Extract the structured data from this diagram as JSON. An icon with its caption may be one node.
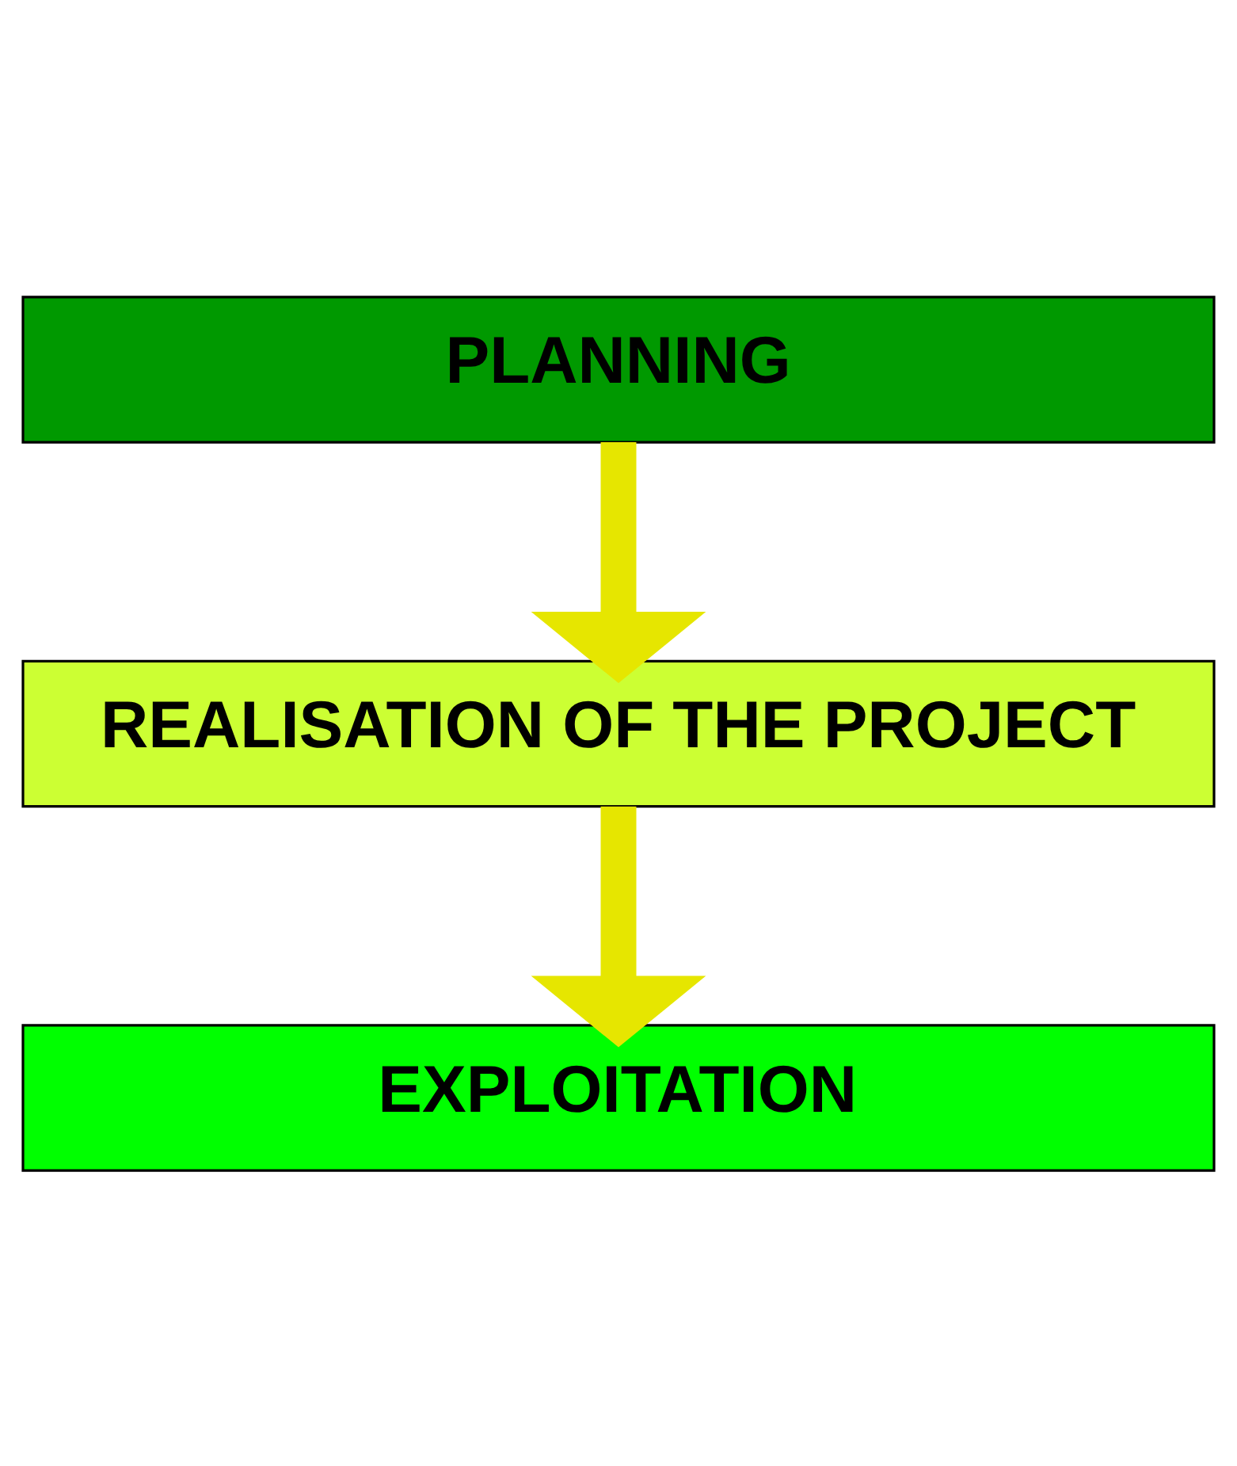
{
  "diagram": {
    "nodes": [
      {
        "text": [
          "PLANNING"
        ]
      },
      {
        "text": [
          "REALISATION OF THE PROJECT"
        ]
      },
      {
        "text": [
          "EXPLOITATION"
        ]
      }
    ],
    "edges": [
      {
        "from": 0,
        "to": 1,
        "arrow": "to"
      },
      {
        "from": 1,
        "to": 2,
        "arrow": "to"
      }
    ]
  }
}
